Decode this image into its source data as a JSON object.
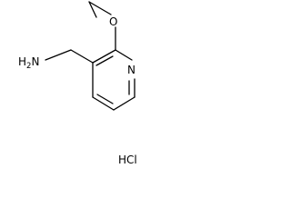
{
  "compound": {
    "atoms": {
      "oxygen": "O",
      "nitrogen": "N",
      "amine": {
        "prefix": "H",
        "subscript": "2",
        "suffix": "N"
      }
    },
    "salt": "HCl"
  }
}
